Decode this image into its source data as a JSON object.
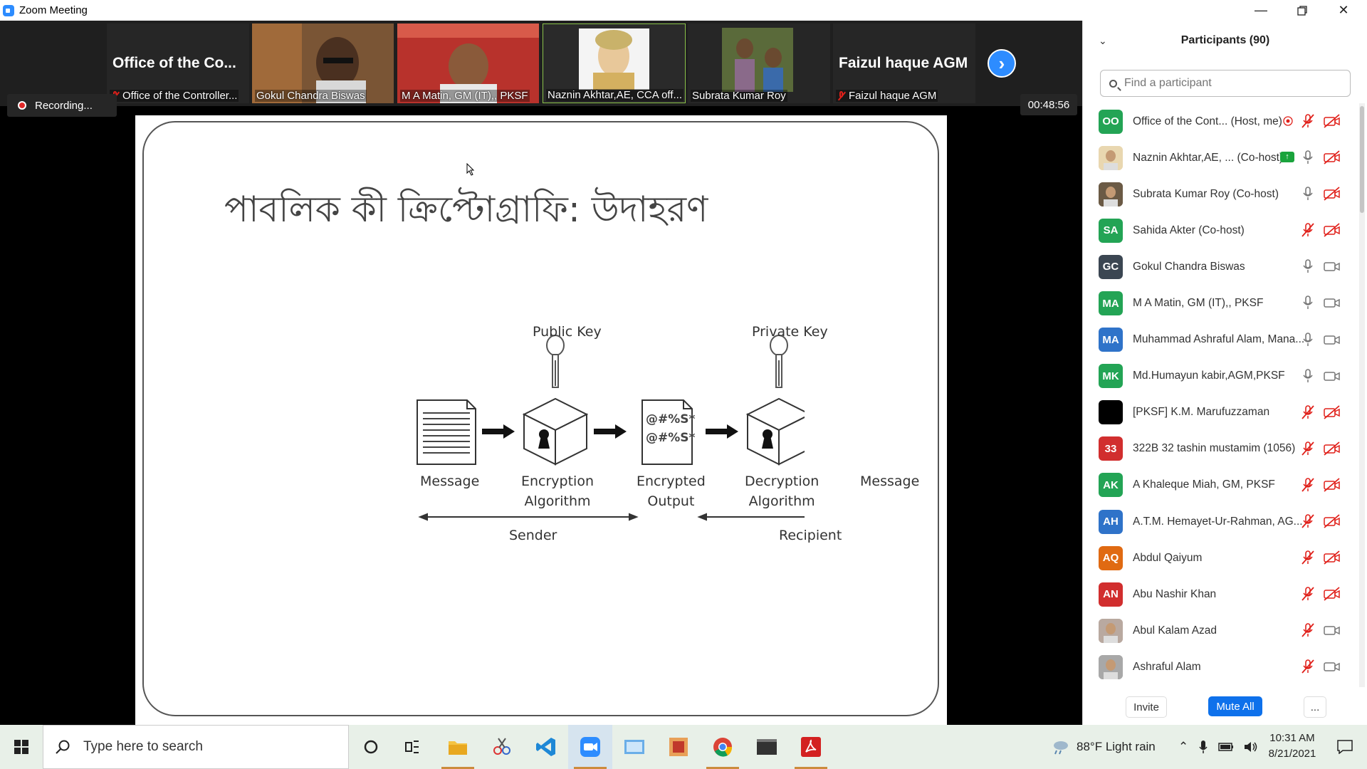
{
  "window": {
    "title": "Zoom Meeting"
  },
  "strip": {
    "tiles": [
      {
        "big_name": "Office of the Co...",
        "label": "Office of the Controller...",
        "muted": true
      },
      {
        "label": "Gokul Chandra Biswas",
        "muted": false
      },
      {
        "label": "M A Matin, GM (IT),, PKSF",
        "muted": false
      },
      {
        "label": "Naznin Akhtar,AE, CCA off...",
        "muted": false
      },
      {
        "label": "Subrata Kumar Roy",
        "muted": false
      },
      {
        "big_name": "Faizul haque AGM",
        "label": "Faizul haque AGM",
        "muted": true
      }
    ]
  },
  "recording": {
    "label": "Recording..."
  },
  "timer": {
    "value": "00:48:56"
  },
  "slide": {
    "title": "পাবলিক কী ক্রিপ্টোগ্রাফি: উদাহরণ",
    "diagram": {
      "public_key": "Public Key",
      "private_key": "Private Key",
      "message_left": "Message",
      "encryption": "Encryption\nAlgorithm",
      "encrypted_output": "Encrypted\nOutput",
      "cipher_text": "@#%S*\n@#%S*",
      "decryption": "Decryption\nAlgorithm",
      "message_right": "Message",
      "sender": "Sender",
      "recipient": "Recipient"
    }
  },
  "participants": {
    "header": "Participants (90)",
    "search_placeholder": "Find a participant",
    "list": [
      {
        "initials": "OO",
        "color": "#23a455",
        "name": "Office of the Cont...  (Host, me)",
        "mic": "muted",
        "cam": "off",
        "extra": "record"
      },
      {
        "initials": "",
        "color": "#e9d7b0",
        "photo": true,
        "name": "Naznin Akhtar,AE, ...  (Co-host)",
        "mic": "on",
        "cam": "off",
        "extra": "share"
      },
      {
        "initials": "",
        "color": "#6b5a45",
        "photo": true,
        "name": "Subrata Kumar Roy (Co-host)",
        "mic": "on",
        "cam": "off"
      },
      {
        "initials": "SA",
        "color": "#23a455",
        "name": "Sahida Akter (Co-host)",
        "mic": "muted",
        "cam": "off"
      },
      {
        "initials": "GC",
        "color": "#3b4652",
        "name": "Gokul Chandra Biswas",
        "mic": "on",
        "cam": "on"
      },
      {
        "initials": "MA",
        "color": "#23a455",
        "name": "M A Matin, GM (IT),, PKSF",
        "mic": "on",
        "cam": "on"
      },
      {
        "initials": "MA",
        "color": "#2f73c9",
        "name": "Muhammad Ashraful Alam, Mana...",
        "mic": "on",
        "cam": "on"
      },
      {
        "initials": "MK",
        "color": "#23a455",
        "name": "Md.Humayun kabir,AGM,PKSF",
        "mic": "on",
        "cam": "on"
      },
      {
        "initials": "",
        "color": "#000000",
        "name": "[PKSF] K.M. Marufuzzaman",
        "mic": "muted",
        "cam": "off"
      },
      {
        "initials": "33",
        "color": "#d12e2e",
        "name": "322B 32 tashin mustamim (1056)",
        "mic": "muted",
        "cam": "off"
      },
      {
        "initials": "AK",
        "color": "#23a455",
        "name": "A Khaleque Miah, GM, PKSF",
        "mic": "muted",
        "cam": "off"
      },
      {
        "initials": "AH",
        "color": "#2f73c9",
        "name": "A.T.M. Hemayet-Ur-Rahman, AG...",
        "mic": "muted",
        "cam": "off"
      },
      {
        "initials": "AQ",
        "color": "#e06a12",
        "name": "Abdul Qaiyum",
        "mic": "muted",
        "cam": "off"
      },
      {
        "initials": "AN",
        "color": "#d12e2e",
        "name": "Abu Nashir Khan",
        "mic": "muted",
        "cam": "off"
      },
      {
        "initials": "",
        "color": "#b9a9a0",
        "photo": true,
        "name": "Abul Kalam Azad",
        "mic": "muted",
        "cam": "on"
      },
      {
        "initials": "",
        "color": "#a8a8a8",
        "photo": true,
        "name": "Ashraful Alam",
        "mic": "muted",
        "cam": "on"
      }
    ],
    "invite": "Invite",
    "mute_all": "Mute All",
    "more": "..."
  },
  "taskbar": {
    "search_placeholder": "Type here to search",
    "weather": "88°F  Light rain",
    "time": "10:31 AM",
    "date": "8/21/2021"
  }
}
